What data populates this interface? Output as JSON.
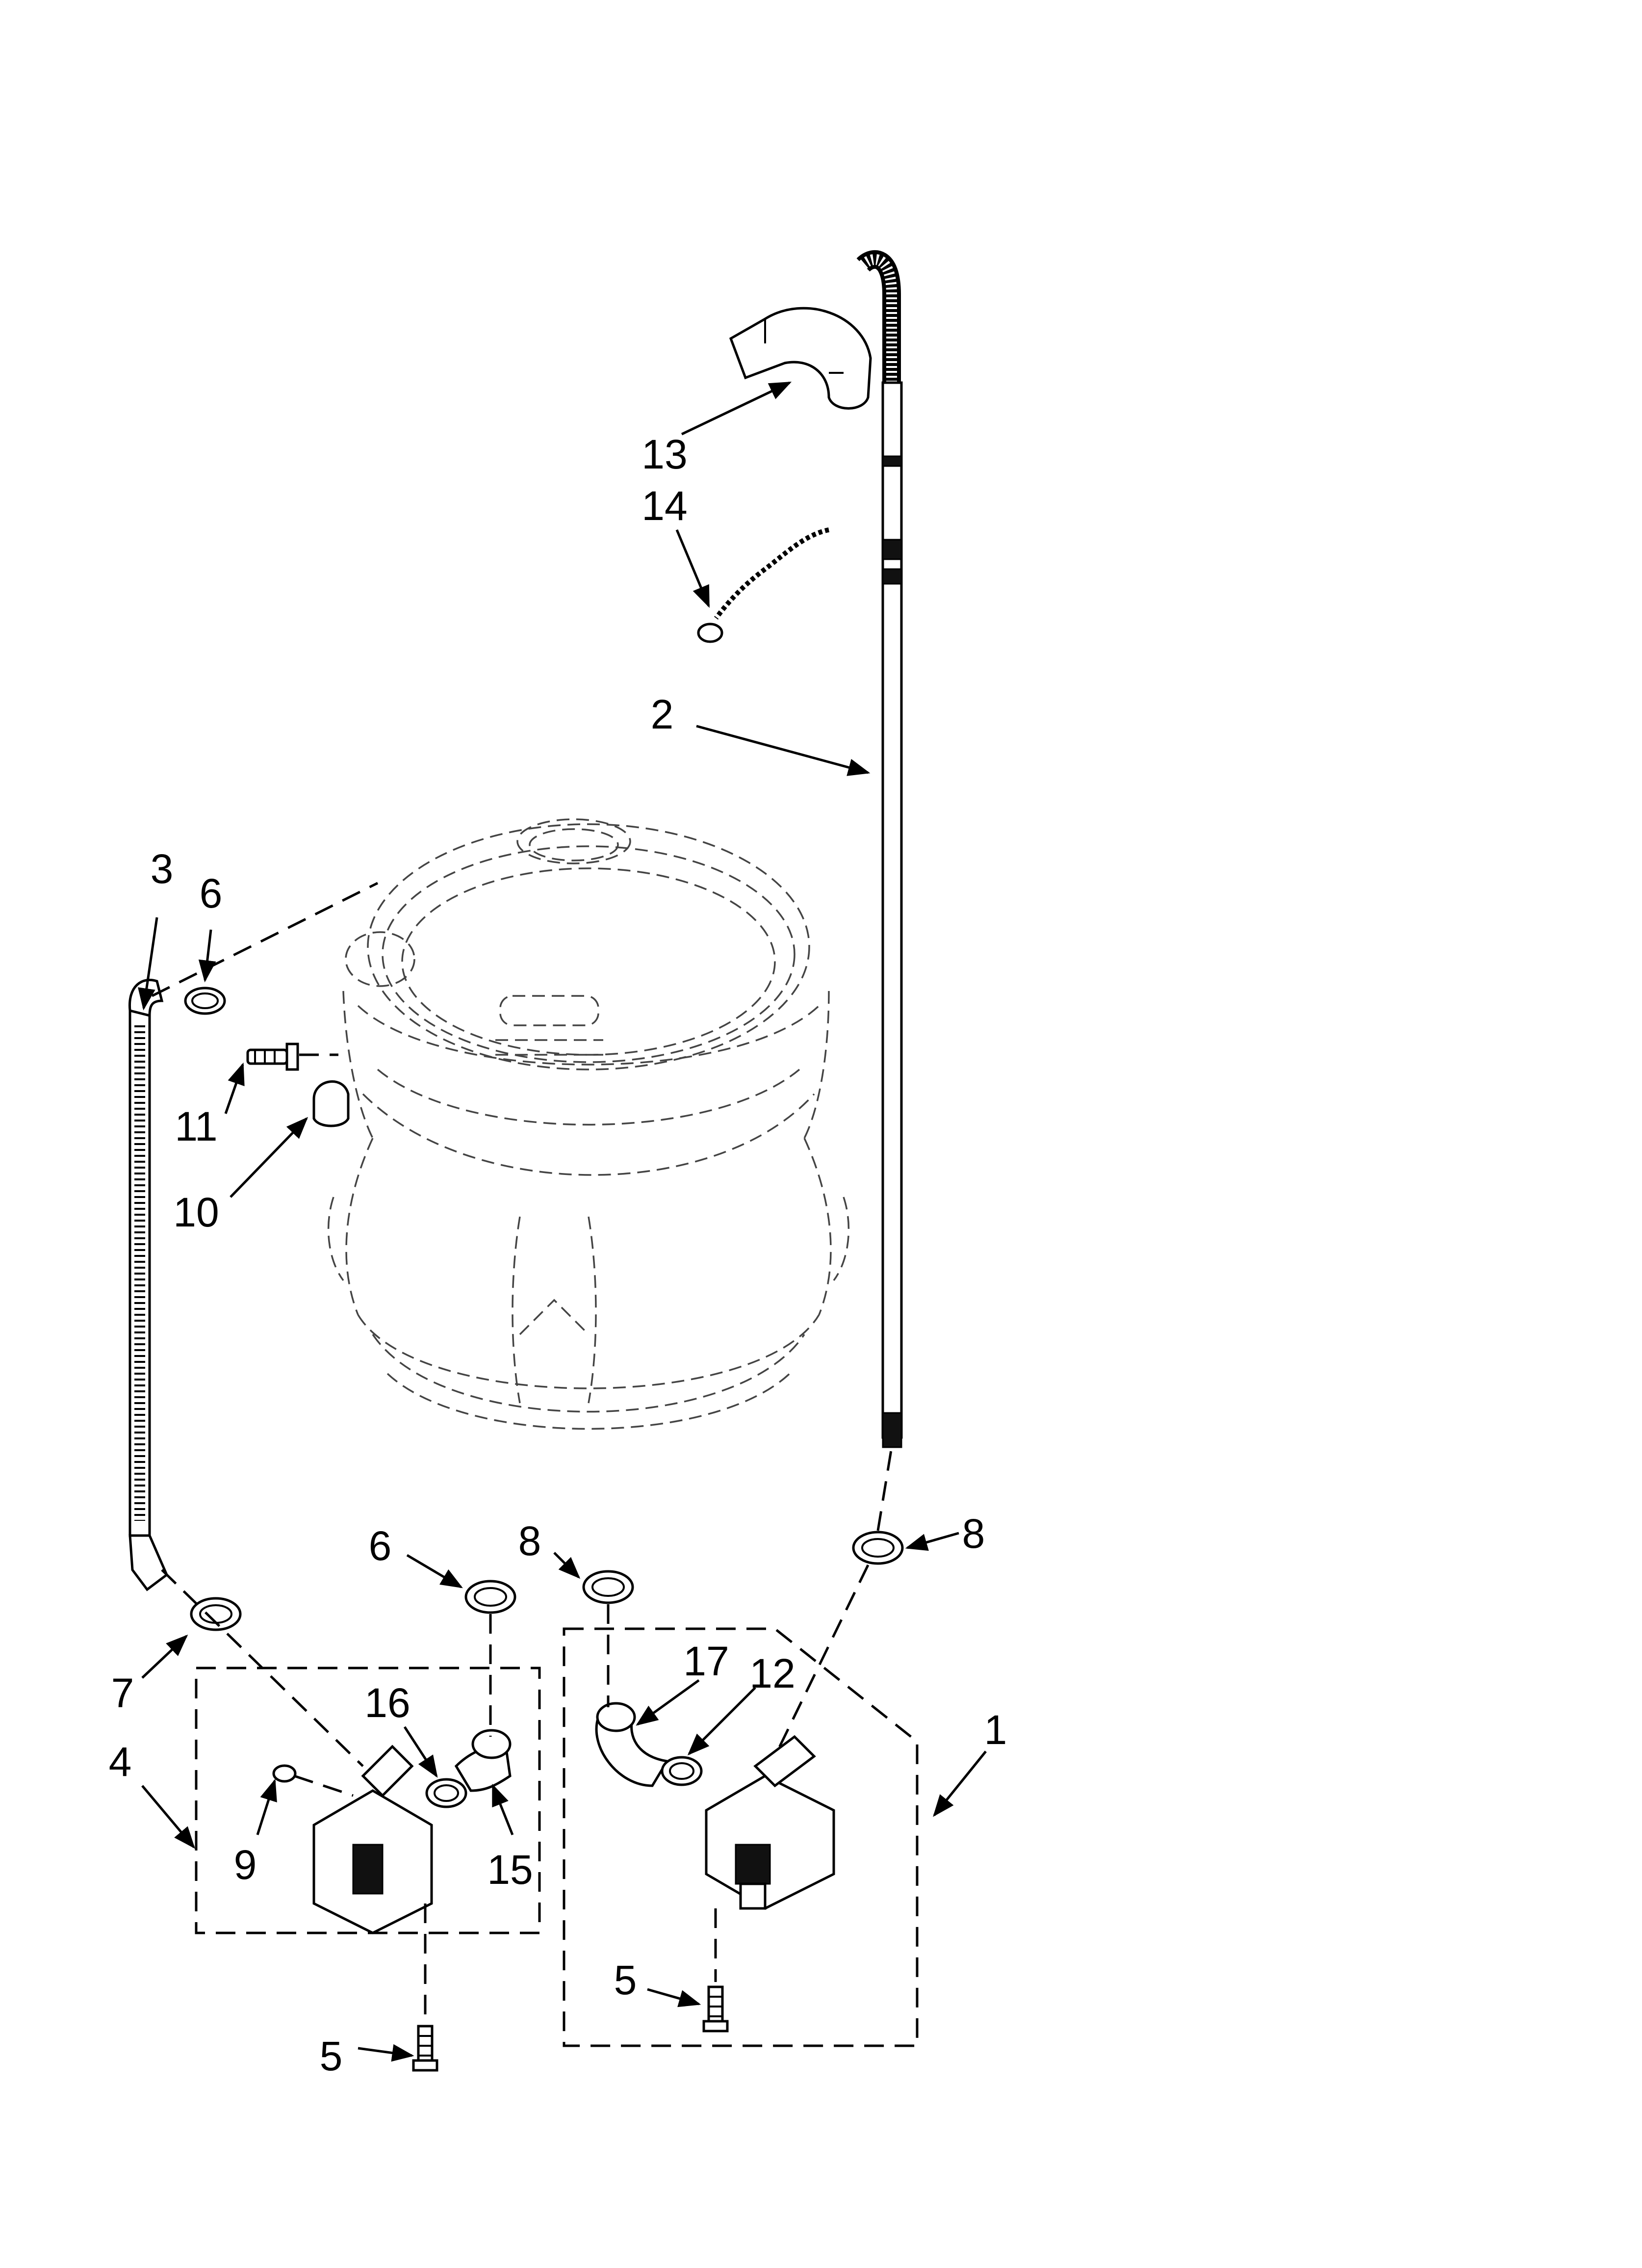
{
  "diagram": {
    "callouts": {
      "c1": "1",
      "c2": "2",
      "c3": "3",
      "c4": "4",
      "c5a": "5",
      "c5b": "5",
      "c6a": "6",
      "c6b": "6",
      "c7": "7",
      "c8a": "8",
      "c8b": "8",
      "c9": "9",
      "c10": "10",
      "c11": "11",
      "c12": "12",
      "c13": "13",
      "c14": "14",
      "c15": "15",
      "c16": "16",
      "c17": "17"
    }
  }
}
